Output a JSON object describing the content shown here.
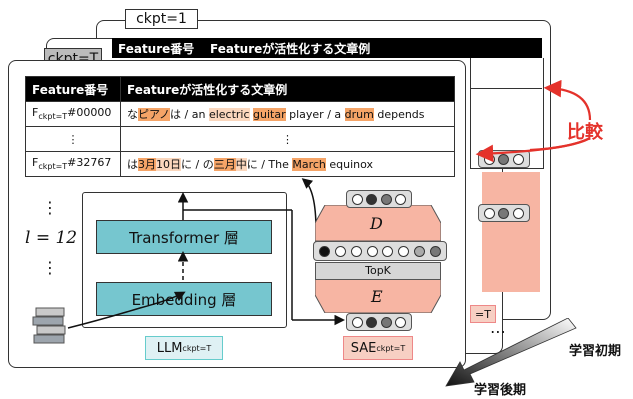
{
  "tabs": {
    "back": "ckpt=1",
    "front": "ckpt=T"
  },
  "back_table": {
    "col1": "Feature番号",
    "col2": "Featureが活性化する文章例"
  },
  "table": {
    "col1": "Feature番号",
    "col2": "Featureが活性化する文章例",
    "row1_id": "F",
    "row1_sub": "ckpt=T",
    "row1_num": "#00000",
    "row1_parts": [
      "な",
      "ピアノ",
      "は / an ",
      "electric",
      " ",
      "guitar",
      " player / a ",
      "drum",
      " depends"
    ],
    "ellipsis": "⋮",
    "row3_id": "F",
    "row3_sub": "ckpt=T",
    "row3_num": "#32767",
    "row3_parts": [
      "は",
      "3月",
      "10日",
      "に / の",
      "三月",
      "中",
      "に / The ",
      "March",
      " equinox"
    ]
  },
  "compare_label": "比較",
  "layer_label": "l = 12",
  "vdots": "⋮",
  "transformer_label": "Transformer 層",
  "embedding_label": "Embedding 層",
  "llm_label": "LLM",
  "llm_sub": "ckpt=T",
  "sae_label": "SAE",
  "sae_sub": "ckpt=T",
  "decoder_label": "D",
  "encoder_label": "E",
  "topk_label": "TopK",
  "early_label": "学習初期",
  "late_label": "学習後期",
  "back_sae_fragment": "=T",
  "more_dots": "⋯"
}
